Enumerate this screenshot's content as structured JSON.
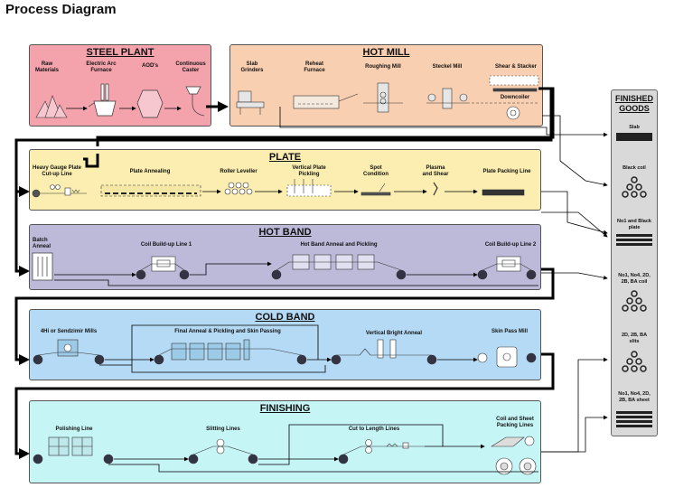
{
  "page_title": "Process Diagram",
  "colors": {
    "steel_plant": "#f4a3ad",
    "hot_mill": "#f9cfb1",
    "plate": "#fbeeb0",
    "hot_band": "#bdb9d9",
    "cold_band": "#b5daf5",
    "finishing": "#c6f5f6",
    "finished_goods": "#d9d9d9",
    "flow_line": "#000000"
  },
  "steel_plant": {
    "title": "STEEL PLANT",
    "steps": [
      "Raw Materials",
      "Electric Arc Furnace",
      "AOD's",
      "Continuous Caster"
    ]
  },
  "hot_mill": {
    "title": "HOT MILL",
    "steps": [
      "Slab Grinders",
      "Reheat Furnace",
      "Roughing Mill",
      "Steckel Mill",
      "Shear & Stacker",
      "Downcoiler"
    ]
  },
  "plate": {
    "title": "PLATE",
    "steps": [
      "Heavy Gauge Plate Cut-up Line",
      "Plate Annealing",
      "Roller Leveller",
      "Vertical Plate Pickling",
      "Spot Condition",
      "Plasma and Shear",
      "Plate Packing Line"
    ]
  },
  "hot_band": {
    "title": "HOT BAND",
    "steps": [
      "Batch Anneal",
      "Coil Build-up Line 1",
      "Hot Band Anneal and Pickling",
      "Coil Build-up Line 2"
    ]
  },
  "cold_band": {
    "title": "COLD BAND",
    "steps": [
      "4Hi or Sendzimir Mills",
      "Final Anneal & Pickling and Skin Passing",
      "Vertical Bright Anneal",
      "Skin Pass Mill"
    ]
  },
  "finishing": {
    "title": "FINISHING",
    "steps": [
      "Polishing Line",
      "Slitting Lines",
      "Cut to Length Lines",
      "Coil and Sheet Packing Lines"
    ]
  },
  "finished_goods": {
    "title": "FINISHED GOODS",
    "products": [
      "Slab",
      "Black coil",
      "No1 and Black plate",
      "No1, No4, 2D, 2B, BA coil",
      "2D, 2B, BA slits",
      "No1, No4, 2D, 2B, BA sheet"
    ]
  }
}
